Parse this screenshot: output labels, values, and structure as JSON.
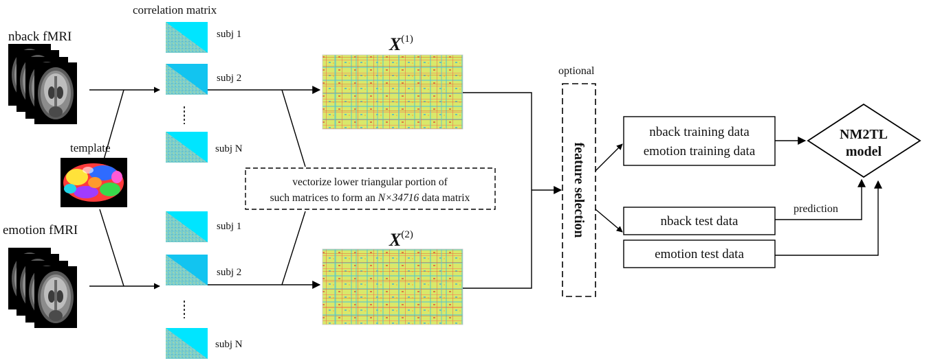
{
  "inputs": {
    "nback_label": "nback fMRI",
    "emotion_label": "emotion fMRI",
    "template_label": "template"
  },
  "correlation": {
    "heading": "correlation matrix",
    "nback_subjects": [
      "subj 1",
      "subj 2",
      "subj N"
    ],
    "emotion_subjects": [
      "subj 1",
      "subj 2",
      "subj N"
    ]
  },
  "vectorize_note": {
    "line1": "vectorize lower triangular portion of",
    "line2_prefix": "such matrices to form an ",
    "line2_math": "N×34716",
    "line2_suffix": " data matrix"
  },
  "data_matrices": {
    "symbol": "X",
    "nback_superscript": "(1)",
    "emotion_superscript": "(2)"
  },
  "feature_selection": {
    "optional_label": "optional",
    "label": "feature selection"
  },
  "training": {
    "line1": "nback training data",
    "line2": "emotion training data"
  },
  "test": {
    "nback": "nback test data",
    "emotion": "emotion test data"
  },
  "model": {
    "line1": "NM2TL",
    "line2": "model"
  },
  "prediction_label": "prediction",
  "colors": {
    "heatmap_base": "#d9e86a",
    "matrix_upper": "#00d8ff",
    "arrow": "#000000"
  }
}
